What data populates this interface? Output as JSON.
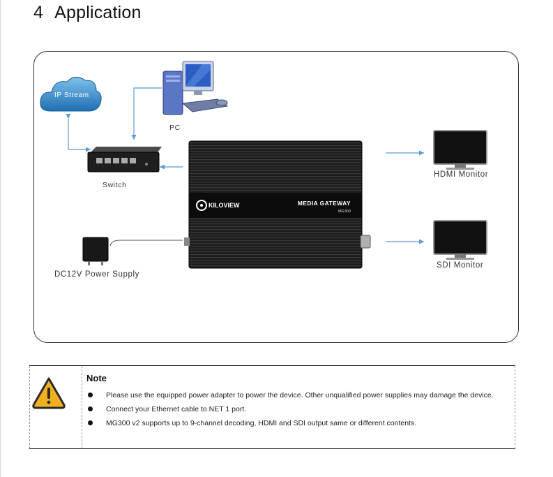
{
  "section": {
    "number": "4",
    "title": "Application"
  },
  "diagram": {
    "labels": {
      "ip_stream": "IP Stream",
      "pc": "PC",
      "switch": "Switch",
      "power": "DC12V  Power Supply",
      "hdmi_monitor": "HDMI Monitor",
      "sdi_monitor": "SDI Monitor"
    },
    "device": {
      "brand": "KILOVIEW",
      "name": "MEDIA GATEWAY",
      "model": "MG300"
    },
    "colors": {
      "arrow": "#5b9bd5",
      "cloud": "#2f86c9",
      "device": "#1b1b1b"
    }
  },
  "note": {
    "title": "Note",
    "items": [
      "Please use the equipped power adapter to power the device. Other unqualified power supplies may damage the device.",
      "Connect your Ethernet cable to NET 1 port.",
      "MG300 v2 supports up to 9-channel decoding, HDMI and SDI output same or different contents."
    ],
    "icon": "warning-icon"
  }
}
